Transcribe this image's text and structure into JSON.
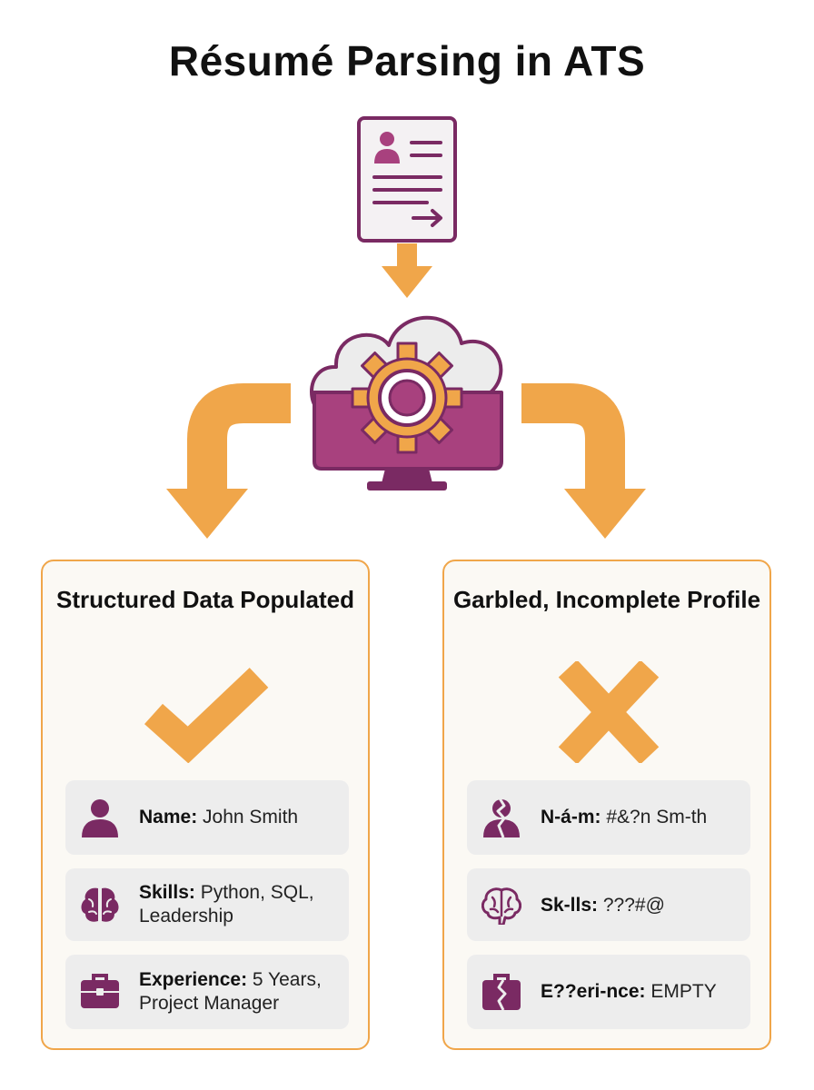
{
  "title": "Résumé Parsing in ATS",
  "colors": {
    "purple": "#7a2a63",
    "pink": "#a8417e",
    "orange": "#f0a64a",
    "card_bg": "#fbf9f4",
    "row_bg": "#ededed"
  },
  "nodes": {
    "input": {
      "icon": "resume-document-icon"
    },
    "processor": {
      "icon": "cloud-gear-monitor-icon"
    }
  },
  "outcomes": {
    "success": {
      "title": "Structured Data Populated",
      "mark": "checkmark-icon",
      "fields": [
        {
          "icon": "person-icon",
          "label": "Name:",
          "value": "John Smith"
        },
        {
          "icon": "brain-icon",
          "label": "Skills:",
          "value": "Python, SQL, Leadership"
        },
        {
          "icon": "briefcase-icon",
          "label": "Experience:",
          "value": "5 Years, Project Manager"
        }
      ]
    },
    "failure": {
      "title": "Garbled, Incomplete Profile",
      "mark": "x-mark-icon",
      "fields": [
        {
          "icon": "broken-person-icon",
          "label": "N-á-m:",
          "value": "#&?n Sm-th"
        },
        {
          "icon": "broken-brain-icon",
          "label": "Sk-lls:",
          "value": "???#@"
        },
        {
          "icon": "broken-briefcase-icon",
          "label": "E??eri-nce:",
          "value": "EMPTY"
        }
      ]
    }
  }
}
